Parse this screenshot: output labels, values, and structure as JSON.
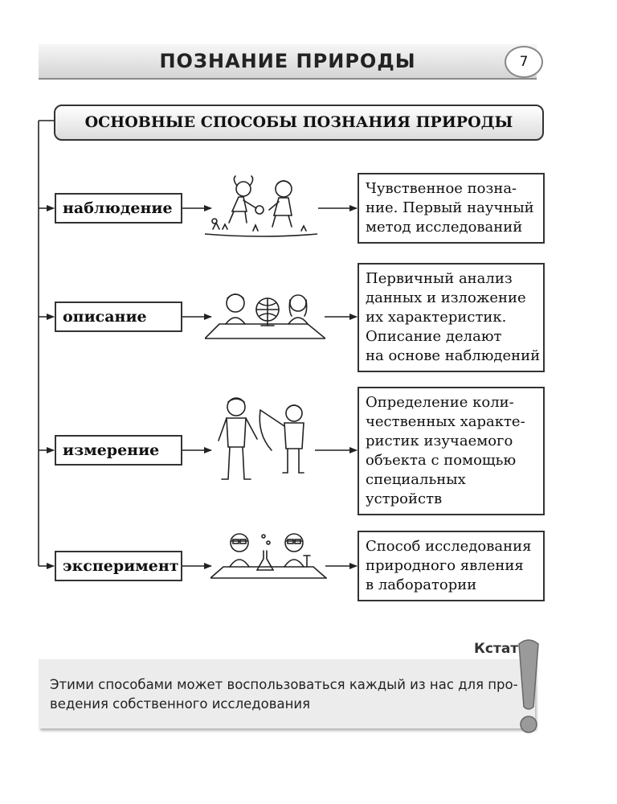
{
  "header": {
    "title": "ПОЗНАНИЕ ПРИРОДЫ",
    "page_number": "7"
  },
  "main_title": "ОСНОВНЫЕ СПОСОБЫ ПОЗНАНИЯ ПРИРОДЫ",
  "methods": [
    {
      "label": "наблюдение",
      "description": [
        "Чувственное позна-",
        "ние. Первый научный",
        "метод исследований"
      ]
    },
    {
      "label": "описание",
      "description": [
        "Первичный анализ",
        "данных и изложение",
        "их характеристик.",
        "Описание делают",
        "на основе наблюдений"
      ]
    },
    {
      "label": "измерение",
      "description": [
        "Определение коли-",
        "чественных характе-",
        "ристик изучаемого",
        "объекта с помощью",
        "специальных",
        "устройств"
      ]
    },
    {
      "label": "эксперимент",
      "description": [
        "Способ исследования",
        "природного явления",
        "в лаборатории"
      ]
    }
  ],
  "note": {
    "label": "Кстати",
    "text": "Этими способами может воспользоваться каждый из нас для про-\nведения собственного исследования",
    "lines": [
      "Этими способами может воспользоваться каждый из нас для про-",
      "ведения собственного исследования"
    ]
  },
  "icons": [
    "observation-illustration",
    "description-illustration",
    "measurement-illustration",
    "experiment-illustration",
    "exclamation-icon"
  ]
}
